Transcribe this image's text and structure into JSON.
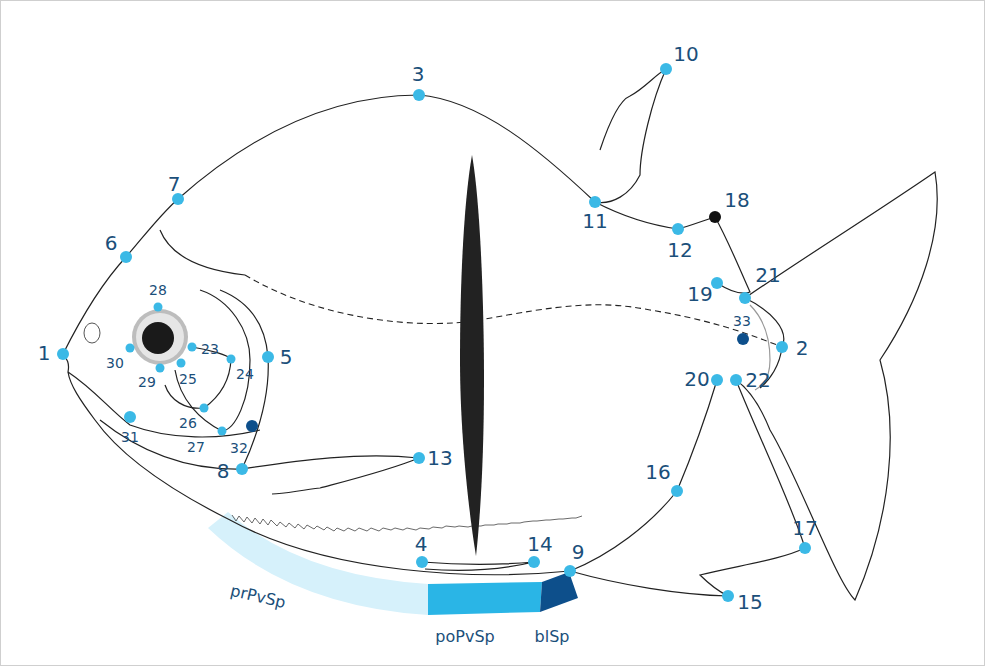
{
  "diagram": {
    "labels": [
      "1",
      "2",
      "3",
      "4",
      "5",
      "6",
      "7",
      "8",
      "9",
      "10",
      "11",
      "12",
      "13",
      "14",
      "15",
      "16",
      "17",
      "18",
      "19",
      "20",
      "21",
      "22",
      "23",
      "24",
      "25",
      "26",
      "27",
      "28",
      "29",
      "30",
      "31",
      "32",
      "33",
      "prPvSp",
      "poPvSp",
      "blSp"
    ]
  }
}
